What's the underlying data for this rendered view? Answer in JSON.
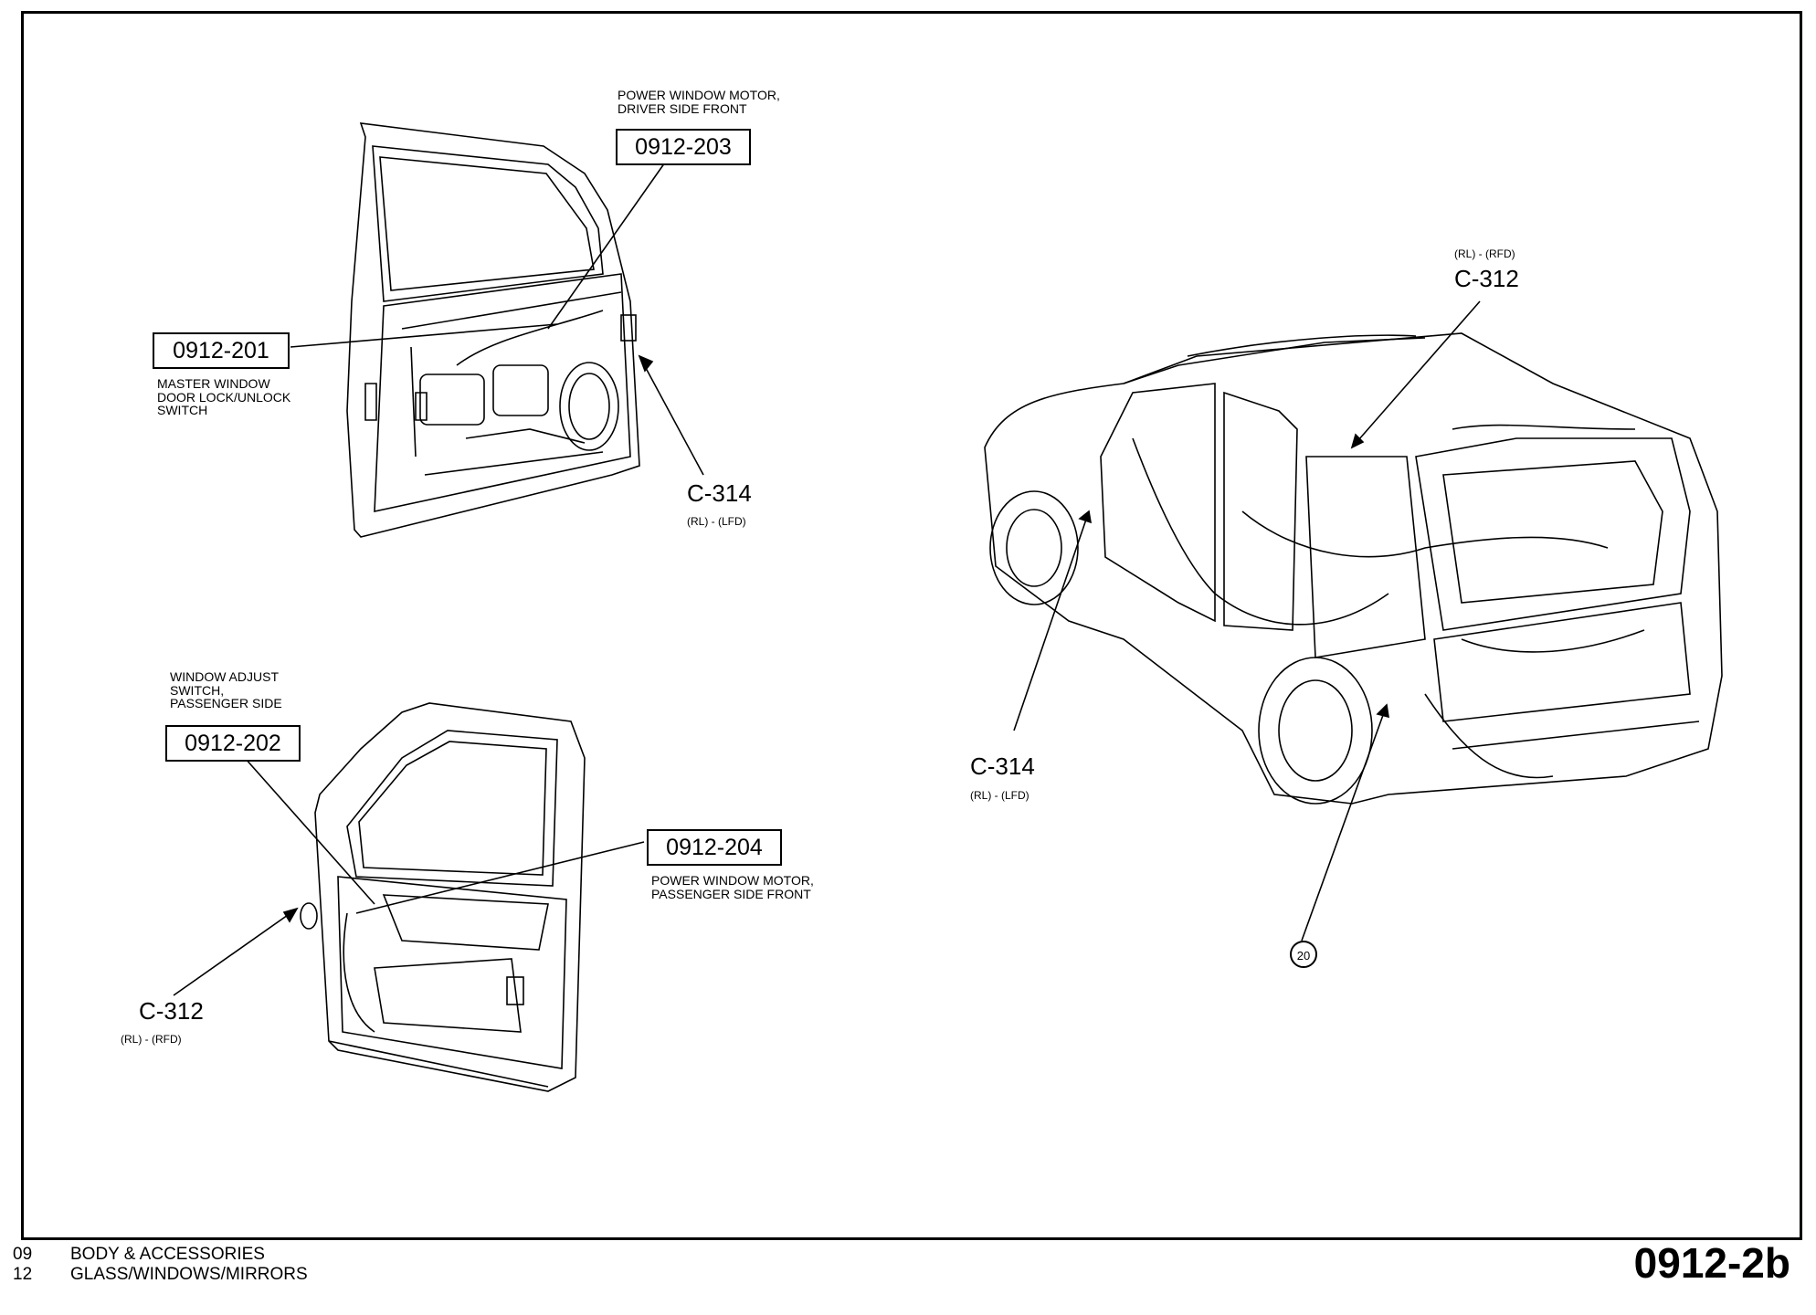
{
  "front_door_driver": {
    "motor_title": "POWER WINDOW MOTOR,\nDRIVER SIDE FRONT",
    "motor_code": "0912-203",
    "switch_code": "0912-201",
    "switch_title": "MASTER WINDOW\nDOOR LOCK/UNLOCK\nSWITCH",
    "connector": "C-314",
    "connector_note": "(RL) - (LFD)"
  },
  "front_door_passenger": {
    "switch_title": "WINDOW ADJUST\nSWITCH,\nPASSENGER SIDE",
    "switch_code": "0912-202",
    "motor_code": "0912-204",
    "motor_title": "POWER WINDOW MOTOR,\nPASSENGER SIDE FRONT",
    "connector": "C-312",
    "connector_note": "(RL) - (RFD)"
  },
  "vehicle": {
    "top_connector_note": "(RL) - (RFD)",
    "top_connector": "C-312",
    "left_connector": "C-314",
    "left_connector_note": "(RL) - (LFD)",
    "ref_number": "20"
  },
  "footer": {
    "sec1_num": "09",
    "sec1_name": "BODY & ACCESSORIES",
    "sec2_num": "12",
    "sec2_name": "GLASS/WINDOWS/MIRRORS",
    "page_code": "0912-2b"
  }
}
